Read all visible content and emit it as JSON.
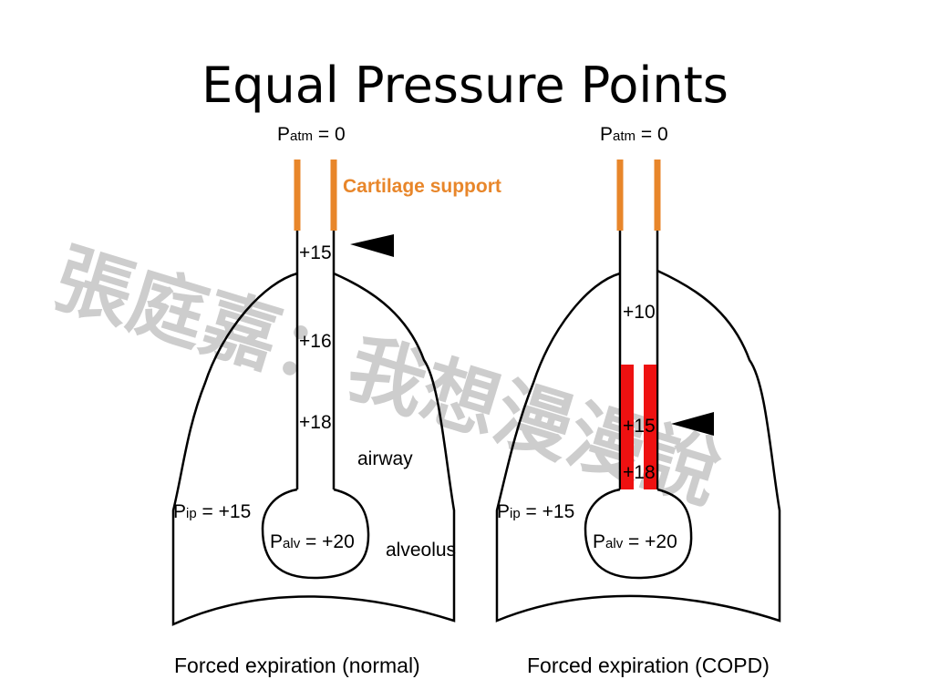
{
  "title": "Equal Pressure Points",
  "watermark": "張庭嘉：我想漫漫說",
  "colors": {
    "cartilage": "#e8862a",
    "collapse": "#ee1111",
    "outline": "#000000"
  },
  "left_panel": {
    "patm_main": "P",
    "patm_sub": "atm",
    "patm_value": " = 0",
    "cartilage_label": "Cartilage support",
    "pressures": [
      "+15",
      "+16",
      "+18"
    ],
    "airway_label": "airway",
    "pip_main": "P",
    "pip_sub": "ip",
    "pip_value": " = +15",
    "palv_main": "P",
    "palv_sub": "alv",
    "palv_value": " = +20",
    "alveolus_label": "alveolus",
    "caption": "Forced expiration (normal)"
  },
  "right_panel": {
    "patm_main": "P",
    "patm_sub": "atm",
    "patm_value": " = 0",
    "pressures": [
      "+10",
      "+15",
      "+18"
    ],
    "pip_main": "P",
    "pip_sub": "ip",
    "pip_value": " = +15",
    "palv_main": "P",
    "palv_sub": "alv",
    "palv_value": " = +20",
    "caption": "Forced expiration (COPD)"
  }
}
